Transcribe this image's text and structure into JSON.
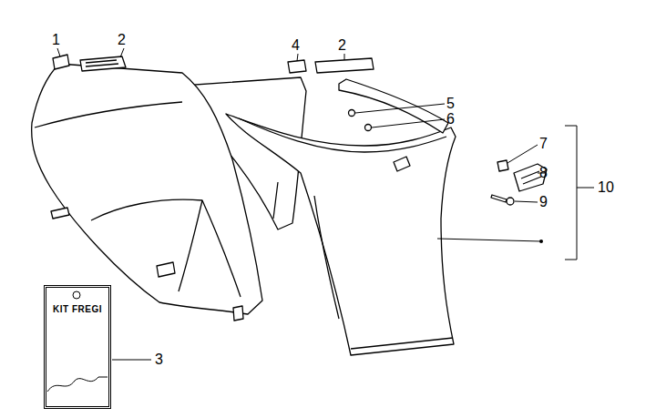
{
  "diagram": {
    "nodes": [
      {
        "text": [
          "KIT FREGI"
        ]
      }
    ],
    "labels": [
      "1",
      "2",
      "4",
      "2",
      "5",
      "6",
      "7",
      "8",
      "9",
      "10",
      "3"
    ]
  }
}
